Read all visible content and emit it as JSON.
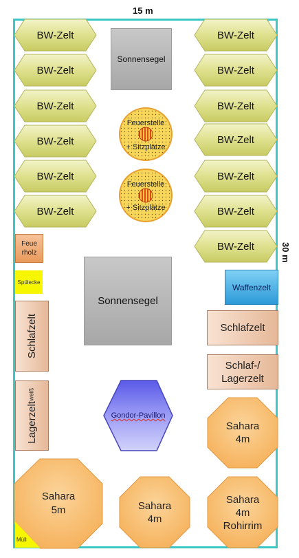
{
  "dimensions": {
    "width_label": "15 m",
    "length_label": "30 m"
  },
  "tents": {
    "bw_zelt_label": "BW-Zelt",
    "left_count": 6,
    "right_count": 7
  },
  "sonnensegel_small": "Sonnensegel",
  "sonnensegel_large": "Sonnensegel",
  "feuerstellen": [
    {
      "line1": "Feuerstelle",
      "line2": "+ Sitzplätze"
    },
    {
      "line1": "Feuerstelle",
      "line2": "+ Sitzplätze"
    }
  ],
  "feuerholz": {
    "line1": "Feue",
    "line2": "rholz"
  },
  "spuelecke": "Spülecke",
  "waffenzelt": "Waffenzelt",
  "schlafzelt_left": "Schlafzelt",
  "schlafzelt_right": "Schlafzelt",
  "schlaf_lagerzelt": {
    "line1": "Schlaf-/",
    "line2": "Lagerzelt"
  },
  "lagerzelt": {
    "main": "Lagerzelt",
    "sub": "weiß"
  },
  "gondor_pavillon": "Gondor-Pavillon",
  "sahara": [
    {
      "line1": "Sahara",
      "line2": "4m",
      "line3": ""
    },
    {
      "line1": "Sahara",
      "line2": "5m",
      "line3": ""
    },
    {
      "line1": "Sahara",
      "line2": "4m",
      "line3": ""
    },
    {
      "line1": "Sahara",
      "line2": "4m",
      "line3": "Rohirrim"
    }
  ],
  "muell": "Müll",
  "colors": {
    "field_border": "#3cc6c6",
    "bw_zelt_fill": "#e2e49a",
    "fire_fill": "#f6d45a",
    "sahara_fill": "#f8bd6e",
    "pavillon_fill": "#8f8ff4"
  }
}
